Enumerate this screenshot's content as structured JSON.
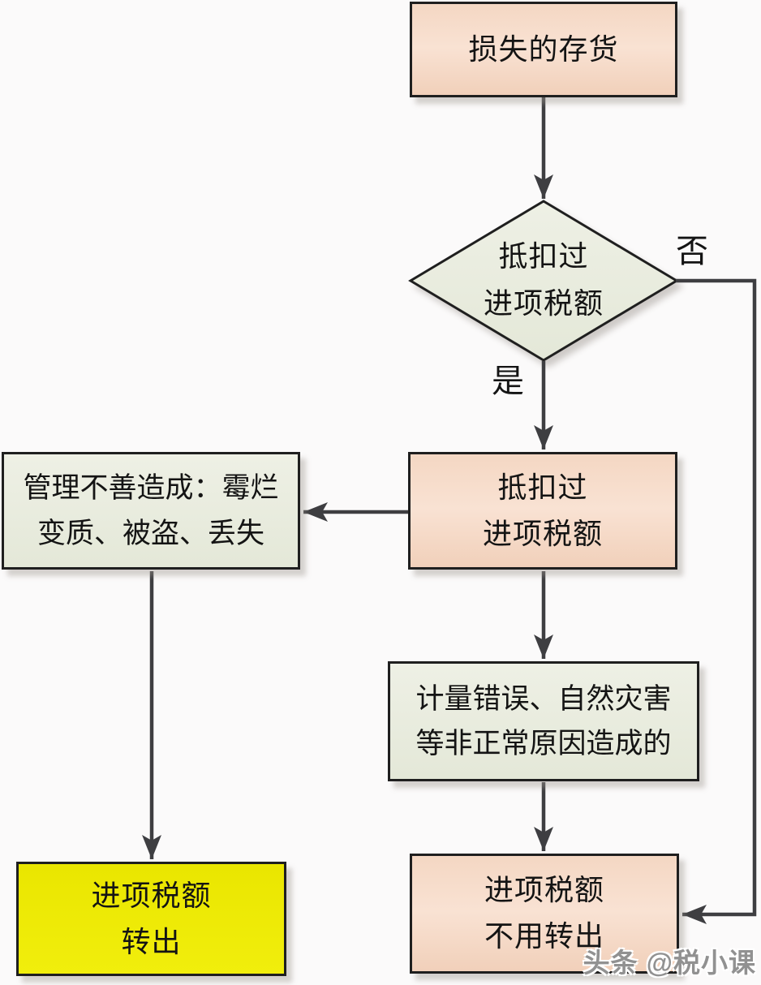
{
  "colors": {
    "bg": "#fbfafa",
    "pink-top": "#f4d7c3",
    "pink-mid": "#f9e2d3",
    "pink-bottom": "#f1d0ba",
    "green-top": "#eef0e5",
    "green-bottom": "#e4e8d8",
    "yellow-top": "#eae600",
    "yellow-bottom": "#f1ee0c",
    "border": "#1f1f1f",
    "arrow": "#3e3e41",
    "text": "#141414",
    "watermark": "#919191"
  },
  "nodes": {
    "start": {
      "lines": [
        "损失的存货"
      ]
    },
    "decision": {
      "lines": [
        "抵扣过",
        "进项税额"
      ]
    },
    "deducted": {
      "lines": [
        "抵扣过",
        "进项税额"
      ]
    },
    "mismanagement": {
      "lines": [
        "管理不善造成：霉烂",
        "变质、被盗、丢失"
      ]
    },
    "abnormal": {
      "lines": [
        "计量错误、自然灾害",
        "等非正常原因造成的"
      ]
    },
    "transfer_out": {
      "lines": [
        "进项税额",
        "转出"
      ]
    },
    "no_transfer": {
      "lines": [
        "进项税额",
        "不用转出"
      ]
    }
  },
  "edge_labels": {
    "yes": "是",
    "no": "否"
  },
  "watermark": "头条 @税小课"
}
